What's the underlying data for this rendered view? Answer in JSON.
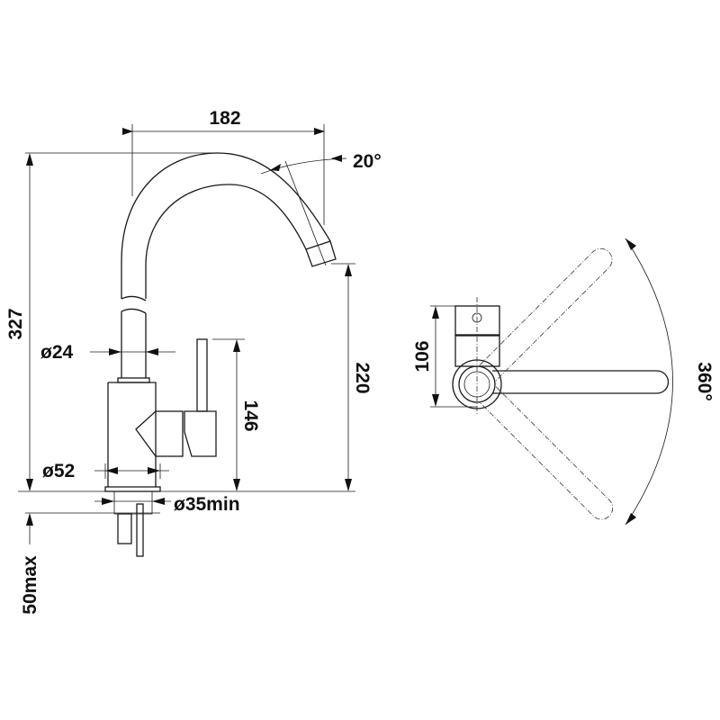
{
  "side_view": {
    "width_dimension": "182",
    "spout_angle": "20°",
    "total_height": "327",
    "stem_diameter": "ø24",
    "lever_height": "146",
    "spout_height": "220",
    "base_diameter": "ø52",
    "hole_diameter": "ø35min",
    "counter_thickness": "50max"
  },
  "top_view": {
    "body_depth": "106",
    "rotation": "360°"
  },
  "colors": {
    "line": "#1a1a1a",
    "background": "#ffffff"
  }
}
